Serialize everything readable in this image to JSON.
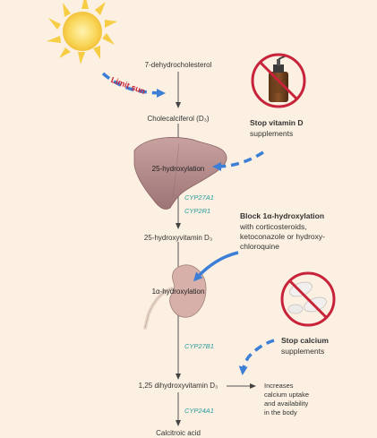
{
  "pathway": {
    "dehydrocholesterol": "7-dehydrocholesterol",
    "cholecalciferol": "Cholecalciferol (D₃)",
    "hydroxylation_25": "25-hydroxylation",
    "enzyme_cyp27a1": "CYP27A1",
    "enzyme_cyp2r1": "CYP2R1",
    "hydroxyvitamin_d3": "25-hydroxyvitamin D₃",
    "hydroxylation_1a": "1α-hydroxylation",
    "enzyme_cyp27b1": "CYP27B1",
    "dihydroxyvitamin_d3": "1,25 dihydroxyvitamin D₃",
    "enzyme_cyp24a1": "CYP24A1",
    "calcitroic_acid": "Calcitroic acid"
  },
  "interventions": {
    "limit_sun": "Limit sun",
    "stop_vitamin_d_title": "Stop vitamin D",
    "stop_vitamin_d_sub": "supplements",
    "block_title": "Block 1α-hydroxylation",
    "block_line1": "with corticosteroids,",
    "block_line2": "ketoconazole or hydroxy-",
    "block_line3": "chloroquine",
    "stop_calcium_title": "Stop calcium",
    "stop_calcium_sub": "supplements"
  },
  "effect": {
    "line1": "Increases",
    "line2": "calcium uptake",
    "line3": "and availability",
    "line4": "in the body"
  },
  "colors": {
    "background": "#fbf0e1",
    "intervention_red": "#c8233a",
    "enzyme_teal": "#2a9a9e",
    "arrow_blue": "#3d7fd6",
    "sun_yellow": "#f7c93a",
    "liver": "#b88f8f",
    "kidney": "#d9b2ac"
  },
  "icons": [
    "sun-icon",
    "liver-icon",
    "kidney-icon",
    "supplement-bottle-icon",
    "calcium-tablets-icon",
    "prohibited-sign-icon"
  ]
}
